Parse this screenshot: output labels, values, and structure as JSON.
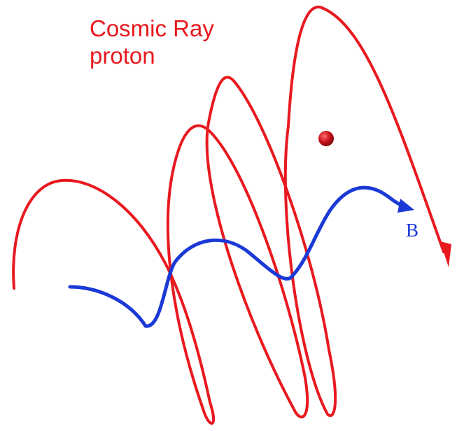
{
  "labels": {
    "title_line1": "Cosmic Ray",
    "title_line2": "proton",
    "field_label": "B"
  },
  "colors": {
    "proton_path": "#e8191f",
    "field_line": "#1a39d6",
    "title_text": "#e8191f",
    "field_label": "#1a39d6",
    "particle": "#c8121a"
  },
  "icons": {
    "particle": "sphere",
    "direction": "arrowhead"
  }
}
